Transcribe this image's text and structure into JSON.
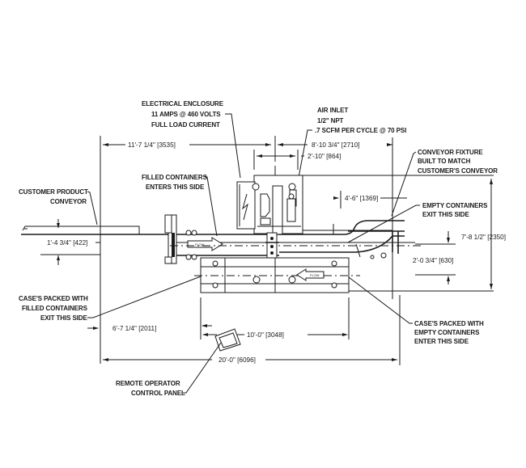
{
  "drawing": {
    "type": "equipment layout plan",
    "callouts": {
      "electrical_enclosure": [
        "ELECTRICAL ENCLOSURE",
        "11 AMPS @ 460 VOLTS",
        "FULL LOAD CURRENT"
      ],
      "air_inlet": [
        "AIR INLET",
        "1/2\" NPT",
        ".7 SCFM PER CYCLE @ 70 PSI"
      ],
      "filled_containers_enter": [
        "FILLED CONTAINERS",
        "ENTERS THIS SIDE"
      ],
      "customer_product_conveyor": [
        "CUSTOMER PRODUCT",
        "CONVEYOR"
      ],
      "conveyor_fixture": [
        "CONVEYOR FIXTURE",
        "BUILT TO MATCH",
        "CUSTOMER'S CONVEYOR"
      ],
      "empty_containers_exit": [
        "EMPTY CONTAINERS",
        "EXIT THIS SIDE"
      ],
      "cases_filled_exit": [
        "CASE'S PACKED WITH",
        "FILLED CONTAINERS",
        "EXIT THIS SIDE"
      ],
      "cases_empty_enter": [
        "CASE'S PACKED WITH",
        "EMPTY CONTAINERS",
        "ENTER THIS SIDE"
      ],
      "remote_panel": [
        "REMOTE OPERATOR",
        "CONTROL PANEL"
      ]
    },
    "dimensions": {
      "d_11_7": "11'-7 1/4\" [3535]",
      "d_8_10": "8'-10 3/4\" [2710]",
      "d_2_10": "2'-10\" [864]",
      "d_4_6": "4'-6\" [1369]",
      "d_1_4": "1'-4 3/4\" [422]",
      "d_7_8": "7'-8 1/2\" [2350]",
      "d_2_0": "2'-0 3/4\" [630]",
      "d_6_7": "6'-7 1/4\" [2011]",
      "d_10_0": "10'-0\" [3048]",
      "d_20_0": "20'-0\" [6096]"
    },
    "flow_label": "FLOW"
  }
}
